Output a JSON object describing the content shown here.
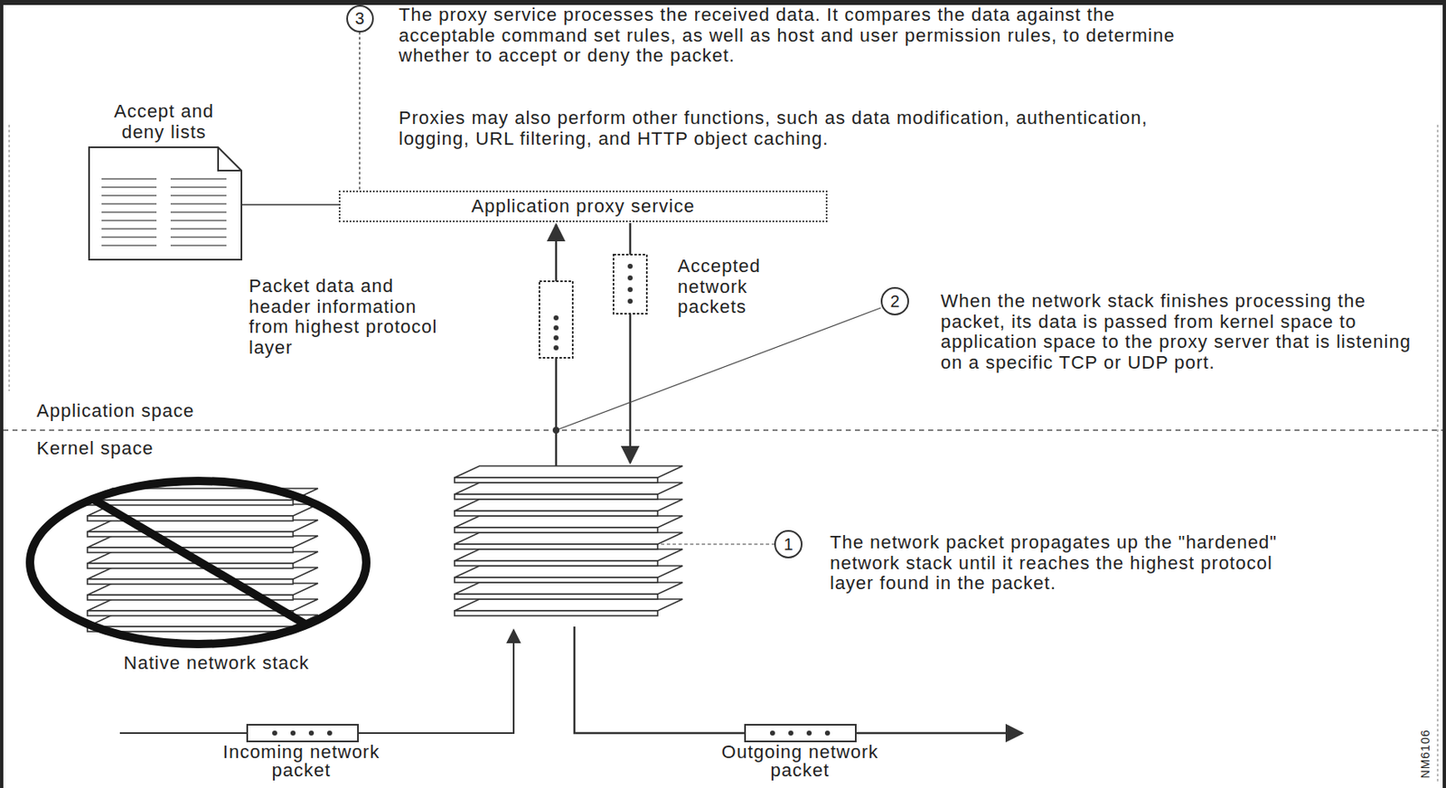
{
  "diagram": {
    "nodes": [
      {
        "text": [
          "Application proxy service"
        ]
      },
      {
        "text": [
          "3"
        ]
      },
      {
        "text": [
          "2"
        ]
      },
      {
        "text": [
          "1"
        ]
      }
    ],
    "edges": [
      {
        "from": 1,
        "to": 0,
        "arrow": "none"
      }
    ],
    "labels": [
      "The proxy service processes the received data. It compares the data against the acceptable command set rules, as well as host and user permission rules, to determine whether to accept or deny the packet.",
      "Proxies may also perform other functions, such as data modification, authentication, logging, URL filtering, and HTTP object caching.",
      "Accept and deny lists",
      "Packet data and header information from highest protocol layer",
      "Accepted network packets",
      "When the network stack finishes processing the packet, its data is passed from kernel space to application space to the proxy server that is listening on a specific TCP or UDP port.",
      "Application space",
      "Kernel space",
      "Native network stack",
      "The network packet propagates up the \"hardened\" network stack until it reaches the highest protocol layer found in the packet.",
      "Incoming network packet",
      "Outgoing network packet",
      "NM6106"
    ]
  }
}
